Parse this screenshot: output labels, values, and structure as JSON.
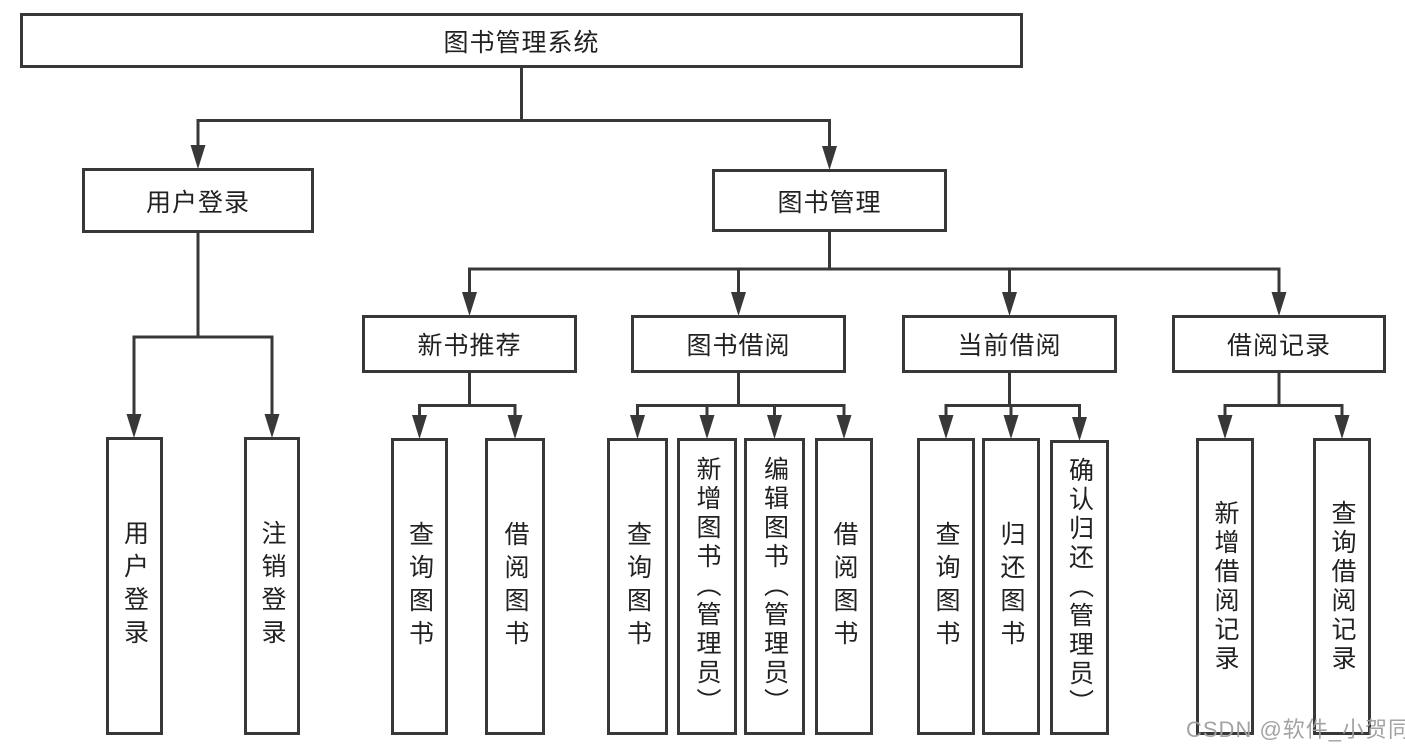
{
  "tree": {
    "root": {
      "label": "图书管理系统"
    },
    "branches": [
      {
        "label": "用户登录",
        "children": [
          {
            "label": "用户登录"
          },
          {
            "label": "注销登录"
          }
        ]
      },
      {
        "label": "图书管理",
        "children": [
          {
            "label": "新书推荐",
            "children": [
              {
                "label": "查询图书"
              },
              {
                "label": "借阅图书"
              }
            ]
          },
          {
            "label": "图书借阅",
            "children": [
              {
                "label": "查询图书"
              },
              {
                "label": "新增图书（管理员）"
              },
              {
                "label": "编辑图书（管理员）"
              },
              {
                "label": "借阅图书"
              }
            ]
          },
          {
            "label": "当前借阅",
            "children": [
              {
                "label": "查询图书"
              },
              {
                "label": "归还图书"
              },
              {
                "label": "确认归还（管理员）"
              }
            ]
          },
          {
            "label": "借阅记录",
            "children": [
              {
                "label": "新增借阅记录"
              },
              {
                "label": "查询借阅记录"
              }
            ]
          }
        ]
      }
    ]
  },
  "watermark": {
    "text": "CSDN @软件_小贺同学"
  },
  "colors": {
    "line": "#383838",
    "box_border": "#383838",
    "text": "#212121",
    "watermark": "#9e9e9e",
    "background": "#ffffff"
  }
}
